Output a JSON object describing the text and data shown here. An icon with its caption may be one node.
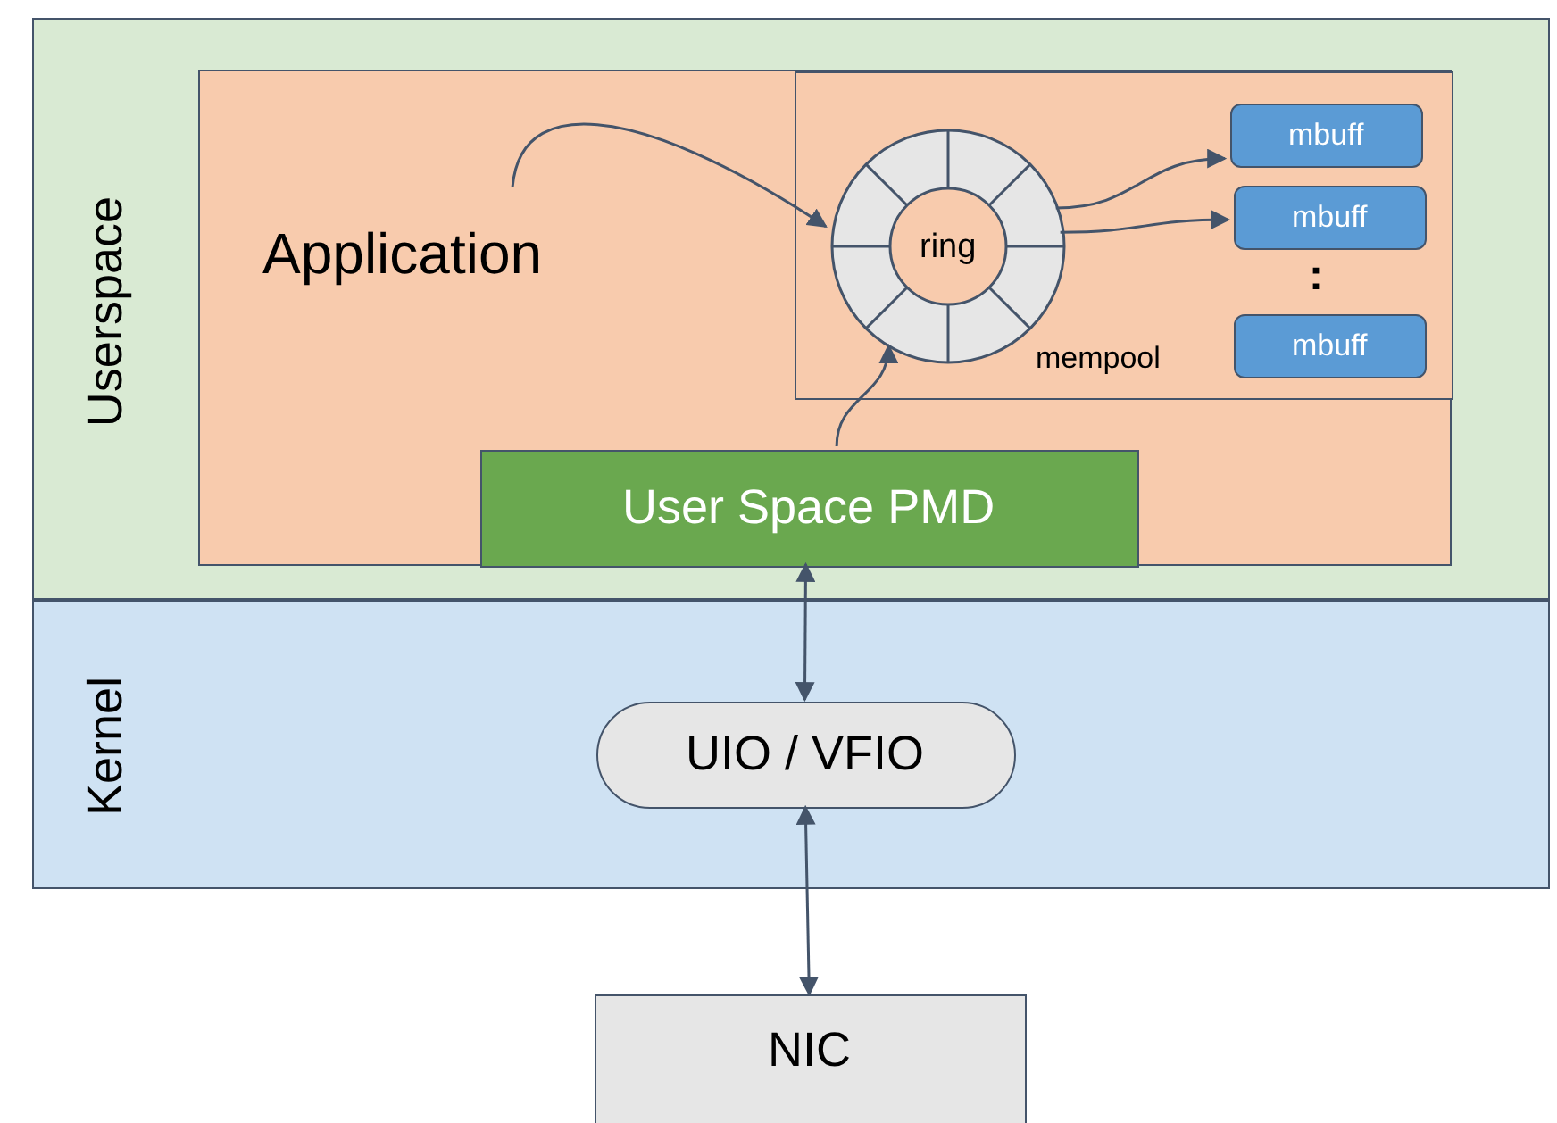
{
  "diagram": {
    "nodes": [
      {
        "text": [
          "Userspace"
        ]
      },
      {
        "text": [
          "Application"
        ],
        "in": 0
      },
      {
        "text": [
          "mempool"
        ],
        "in": 1
      },
      {
        "text": [
          "ring"
        ],
        "in": 2
      },
      {
        "text": [
          "mbuff"
        ],
        "in": 2
      },
      {
        "text": [
          "mbuff"
        ],
        "in": 2
      },
      {
        "text": [
          "mbuff"
        ],
        "in": 2
      },
      {
        "text": [
          "User Space PMD"
        ],
        "in": 1
      },
      {
        "text": [
          "Kernel"
        ]
      },
      {
        "text": [
          "UIO / VFIO"
        ],
        "in": 8
      },
      {
        "text": [
          "NIC"
        ]
      }
    ],
    "edges": [
      {
        "from": null,
        "to": 3,
        "arrow": "to"
      },
      {
        "from": 3,
        "to": 4,
        "arrow": "to"
      },
      {
        "from": 3,
        "to": 5,
        "arrow": "to"
      },
      {
        "from": 7,
        "to": 3,
        "arrow": "to"
      },
      {
        "from": 7,
        "to": 9,
        "arrow": "both"
      },
      {
        "from": 9,
        "to": 10,
        "arrow": "both"
      }
    ],
    "labels": [
      ":"
    ]
  }
}
